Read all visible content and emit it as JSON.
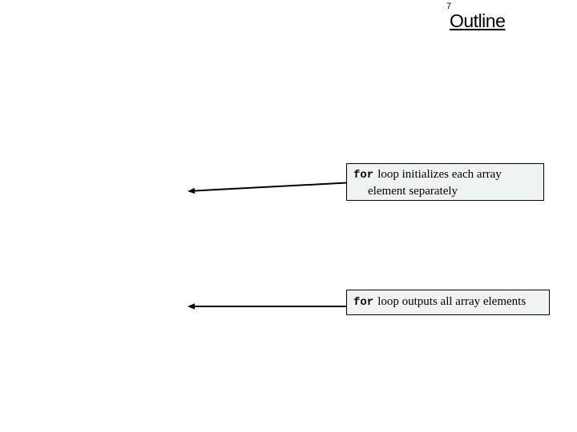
{
  "slide": {
    "page_number": "7",
    "title": "Outline"
  },
  "callouts": [
    {
      "code": "for",
      "line1": "loop initializes each array",
      "line2": "element separately"
    },
    {
      "code": "for",
      "line1": "loop outputs all array elements"
    }
  ],
  "colors": {
    "background": "#ffffff",
    "callout_fill": "#eff3f3",
    "callout_border": "#000000",
    "text": "#000000",
    "arrow": "#000000"
  }
}
